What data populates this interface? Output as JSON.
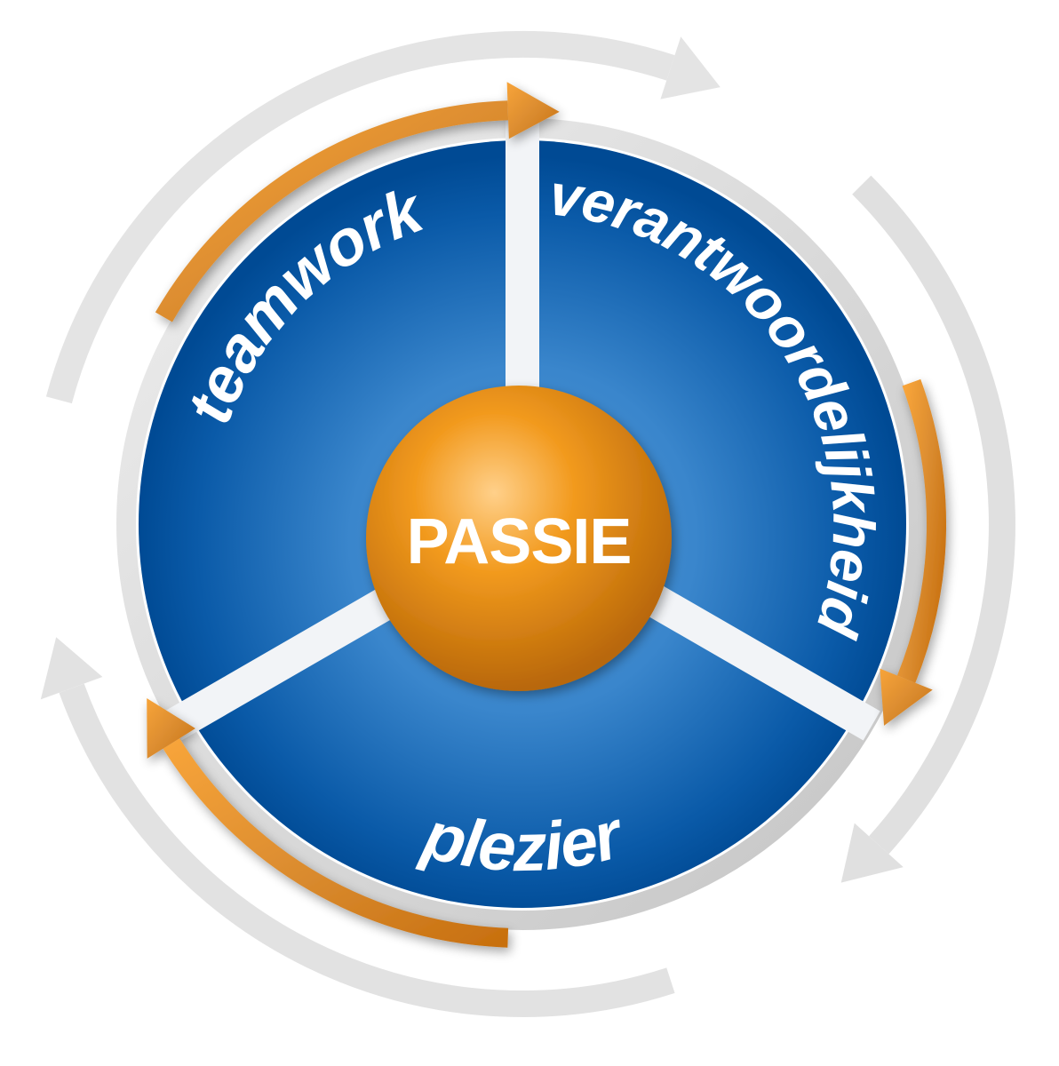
{
  "diagram": {
    "center": {
      "label": "PASSIE"
    },
    "segments": [
      {
        "id": "teamwork",
        "label": "teamwork"
      },
      {
        "id": "verantwoordelijkheid",
        "label": "verantwoordelijkheid"
      },
      {
        "id": "plezier",
        "label": "plezier"
      }
    ],
    "colors": {
      "segment_blue_light": "#4a93d4",
      "segment_blue_dark": "#0a5aa8",
      "segment_blue_edge": "#004a94",
      "ring_orange_light": "#f7a43a",
      "ring_orange_dark": "#c8700f",
      "ring_gray": "#d6d6d6",
      "ball_orange_light": "#ffd08a",
      "ball_orange": "#f29a1e",
      "ball_orange_dark": "#b86708",
      "divider_white": "#f2f4f7"
    }
  }
}
